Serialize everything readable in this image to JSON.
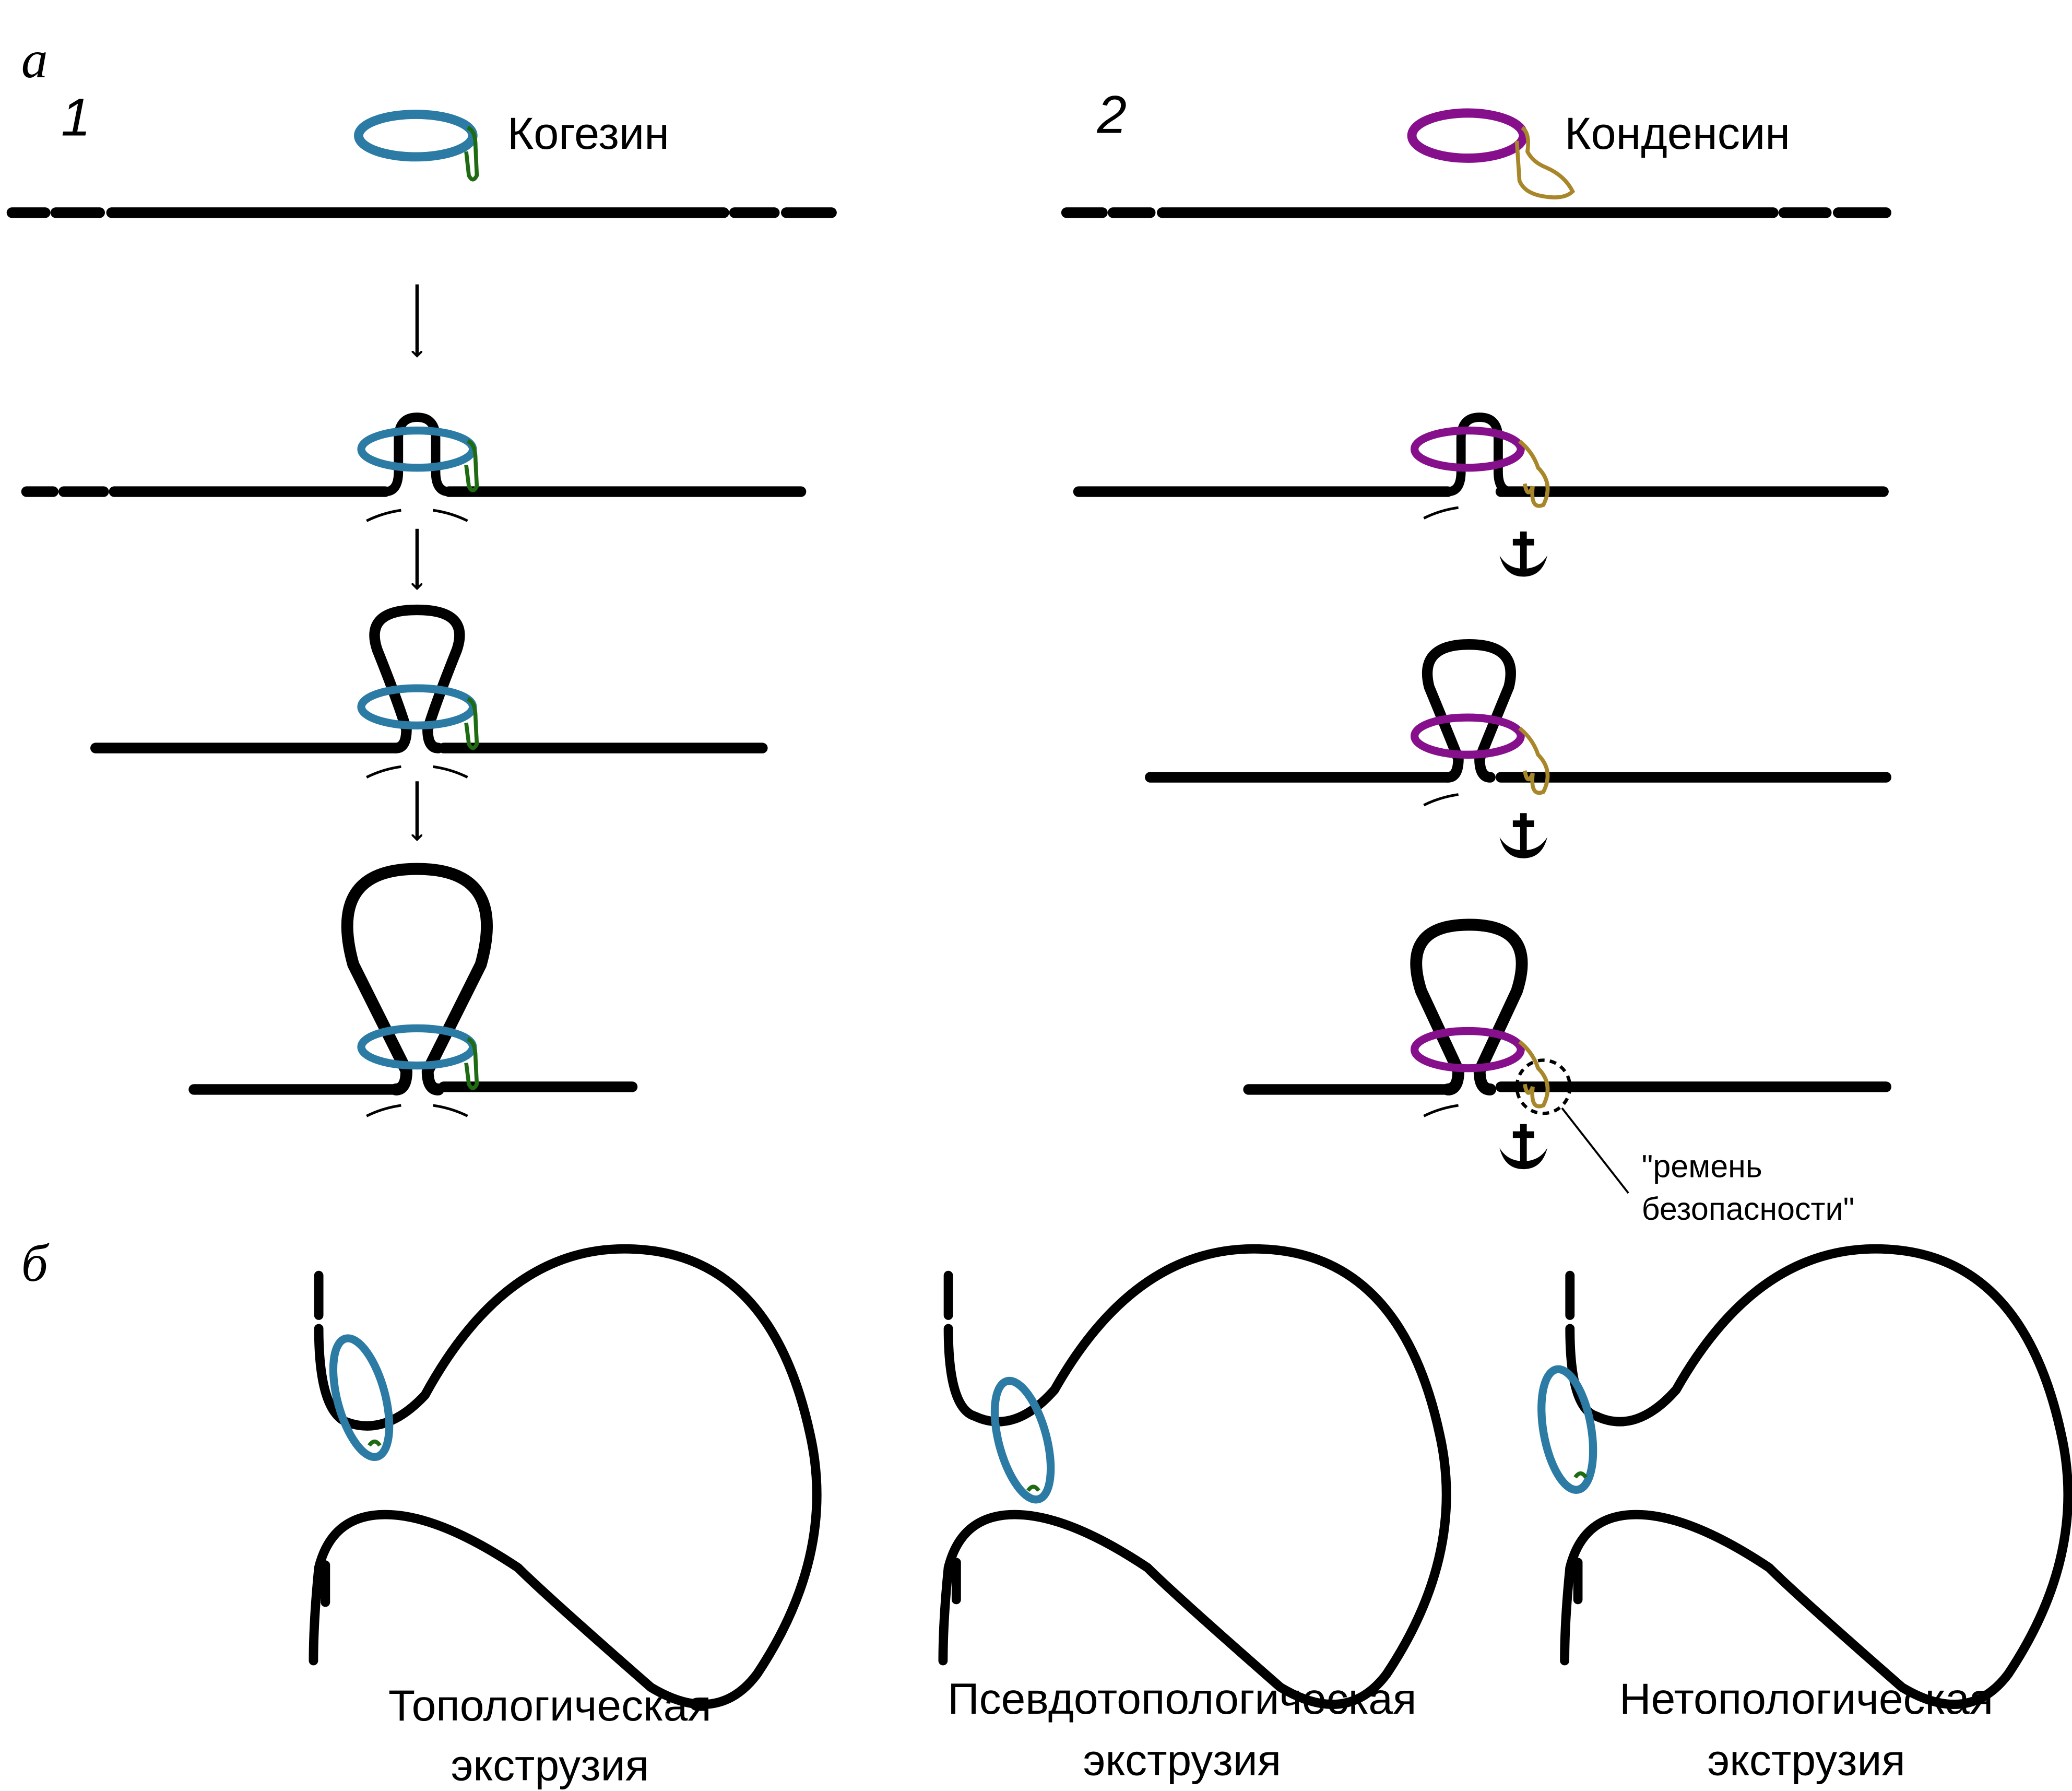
{
  "panels": {
    "a": {
      "label": "а",
      "cohesin": {
        "number": "1",
        "name": "Когезин"
      },
      "condensin": {
        "number": "2",
        "name": "Конденсин",
        "annotation_line1": "\"ремень",
        "annotation_line2": "безопасности\""
      }
    },
    "b": {
      "label": "б",
      "modes": [
        {
          "line1": "Топологическая",
          "line2": "экструзия"
        },
        {
          "line1": "Псевдотопологическая",
          "line2": "экструзия"
        },
        {
          "line1": "Нетопологическая",
          "line2": "экструзия"
        }
      ]
    }
  },
  "colors": {
    "dna": "#000000",
    "cohesin_ring": "#2b7ba4",
    "cohesin_kleisin": "#1e6b12",
    "condensin_ring": "#86108c",
    "condensin_kleisin": "#a8872a"
  },
  "icons": [
    "anchor-icon",
    "down-arrow-icon",
    "converging-arrows-icon",
    "dashed-circle-icon"
  ]
}
